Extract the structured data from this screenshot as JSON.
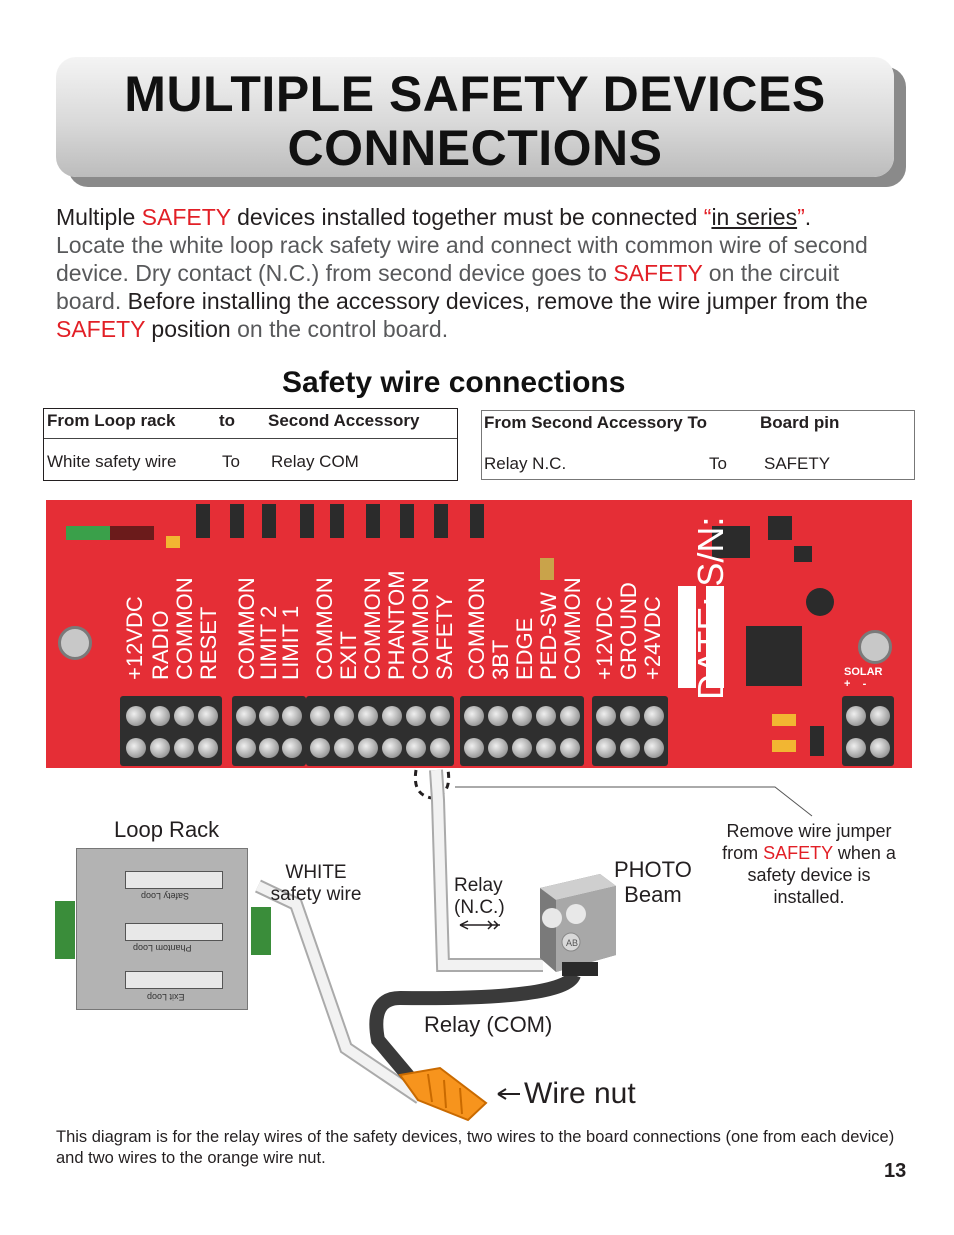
{
  "title": {
    "line1": "MULTIPLE SAFETY DEVICES",
    "line2": "CONNECTIONS"
  },
  "intro": {
    "p1_a": "Multiple ",
    "p1_b": "SAFETY",
    "p1_c": " devices installed together must be connected ",
    "p1_d": "“",
    "p1_e": "in series",
    "p1_f": "”",
    "p1_g": ".",
    "p2_a": "Locate the white loop rack safety wire and connect with common wire of second device. Dry contact (N.C.) from second device goes to ",
    "p2_b": "SAFETY",
    "p2_c": " on the circuit board.  ",
    "p2_d": "Before installing the accessory devices, remove the wire jumper from the ",
    "p2_e": "SAFETY",
    "p2_f": "  position",
    "p2_g": " on the control board."
  },
  "section_title": "Safety wire connections",
  "table_left": {
    "headers": [
      "From Loop rack",
      "to",
      "Second Accessory"
    ],
    "row": [
      "White safety wire",
      "To",
      "Relay COM"
    ]
  },
  "table_right": {
    "headers": [
      "From Second Accessory To",
      "Board pin"
    ],
    "row": [
      "Relay N.C.",
      "To",
      "SAFETY"
    ]
  },
  "board": {
    "groups": [
      [
        "+12VDC",
        "RADIO",
        "COMMON",
        "RESET"
      ],
      [
        "COMMON",
        "LIMIT 2",
        "LIMIT 1"
      ],
      [
        "COMMON",
        "EXIT",
        "COMMON",
        "PHANTOM",
        "COMMON",
        "SAFETY"
      ],
      [
        "COMMON",
        "3BT",
        "EDGE",
        "PED-SW",
        "COMMON"
      ],
      [
        "+12VDC",
        "GROUND",
        "+24VDC"
      ]
    ],
    "date_label": "DATE:",
    "sn_label": "S/N:",
    "solar_label": "SOLAR",
    "solar_plus": "+",
    "solar_minus": "-"
  },
  "diagram": {
    "loop_rack_label": "Loop Rack",
    "white_wire_label_1": "WHITE",
    "white_wire_label_2": "safety wire",
    "relay_nc_1": "Relay",
    "relay_nc_2": "(N.C.)",
    "photo_beam_1": "PHOTO",
    "photo_beam_2": "Beam",
    "remove_note_a": "Remove wire jumper from ",
    "remove_note_b": "SAFETY",
    "remove_note_c": " when a safety device is installed.",
    "relay_com": "Relay (COM)",
    "wire_nut": "Wire nut",
    "rack_strips": [
      "Safety Loop",
      "Phantom Loop",
      "Exit Loop"
    ]
  },
  "footer": "This diagram is for the relay wires of the safety devices, two wires to the board connections (one from each device) and two wires to the orange wire nut.",
  "page_number": "13",
  "colors": {
    "accent_red": "#e21f26",
    "board_red": "#e52e36",
    "wire_nut_orange": "#f7941d",
    "terminal_dark": "#2f2f2f"
  }
}
